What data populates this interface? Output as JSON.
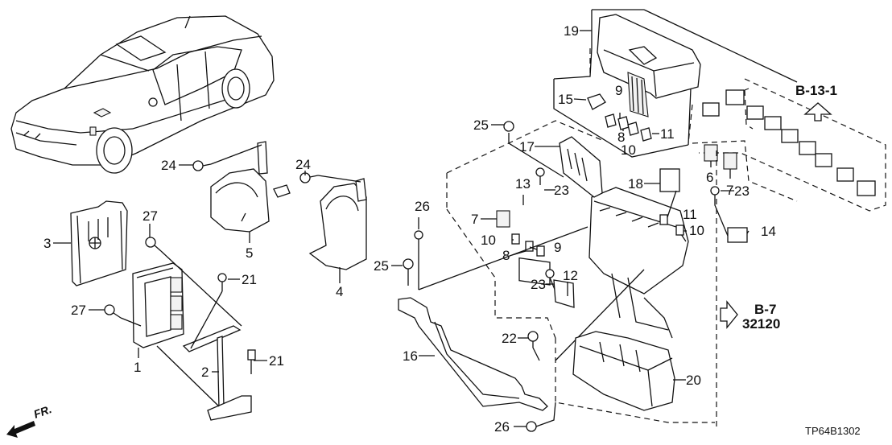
{
  "diagram": {
    "title": "Control Unit (Engine Room) Parts Diagram",
    "code": "TP64B1302",
    "front_indicator": "FR.",
    "references": [
      {
        "id": "ref-b13",
        "label": "B-13-1",
        "direction": "up"
      },
      {
        "id": "ref-b7",
        "label": "B-7",
        "sublabel": "32120",
        "direction": "right"
      }
    ],
    "callouts": [
      {
        "num": "1"
      },
      {
        "num": "2"
      },
      {
        "num": "3"
      },
      {
        "num": "4"
      },
      {
        "num": "5"
      },
      {
        "num": "6"
      },
      {
        "num": "7"
      },
      {
        "num": "7"
      },
      {
        "num": "8"
      },
      {
        "num": "8"
      },
      {
        "num": "9"
      },
      {
        "num": "9"
      },
      {
        "num": "10"
      },
      {
        "num": "10"
      },
      {
        "num": "10"
      },
      {
        "num": "11"
      },
      {
        "num": "11"
      },
      {
        "num": "12"
      },
      {
        "num": "13"
      },
      {
        "num": "14"
      },
      {
        "num": "15"
      },
      {
        "num": "16"
      },
      {
        "num": "17"
      },
      {
        "num": "18"
      },
      {
        "num": "19"
      },
      {
        "num": "20"
      },
      {
        "num": "21"
      },
      {
        "num": "21"
      },
      {
        "num": "22"
      },
      {
        "num": "23"
      },
      {
        "num": "23"
      },
      {
        "num": "23"
      },
      {
        "num": "24"
      },
      {
        "num": "24"
      },
      {
        "num": "25"
      },
      {
        "num": "25"
      },
      {
        "num": "26"
      },
      {
        "num": "26"
      },
      {
        "num": "27"
      },
      {
        "num": "27"
      }
    ]
  }
}
